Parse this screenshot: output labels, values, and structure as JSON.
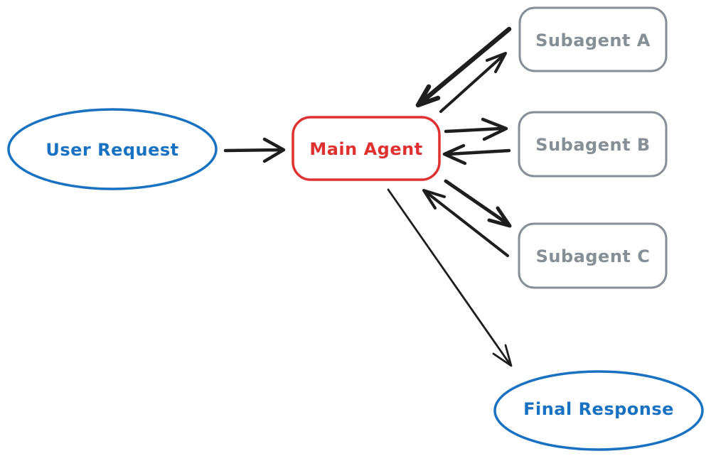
{
  "diagram": {
    "type": "flowchart",
    "style": "hand-drawn",
    "background": "#ffffff",
    "colors": {
      "arrow": "#1e1e1e",
      "blue": "#1971c2",
      "red": "#e03131",
      "gray": "#868e96"
    },
    "nodes": [
      {
        "id": "user-request",
        "label": "User Request",
        "shape": "ellipse",
        "color": "#1971c2"
      },
      {
        "id": "main-agent",
        "label": "Main Agent",
        "shape": "rounded-rect",
        "color": "#e03131"
      },
      {
        "id": "subagent-a",
        "label": "Subagent A",
        "shape": "rounded-rect",
        "color": "#868e96"
      },
      {
        "id": "subagent-b",
        "label": "Subagent B",
        "shape": "rounded-rect",
        "color": "#868e96"
      },
      {
        "id": "subagent-c",
        "label": "Subagent C",
        "shape": "rounded-rect",
        "color": "#868e96"
      },
      {
        "id": "final-response",
        "label": "Final Response",
        "shape": "ellipse",
        "color": "#1971c2"
      }
    ],
    "edges": [
      {
        "from": "user-request",
        "to": "main-agent",
        "direction": "one-way"
      },
      {
        "from": "main-agent",
        "to": "subagent-a",
        "direction": "two-way"
      },
      {
        "from": "main-agent",
        "to": "subagent-b",
        "direction": "two-way"
      },
      {
        "from": "main-agent",
        "to": "subagent-c",
        "direction": "two-way"
      },
      {
        "from": "main-agent",
        "to": "final-response",
        "direction": "one-way"
      }
    ]
  }
}
